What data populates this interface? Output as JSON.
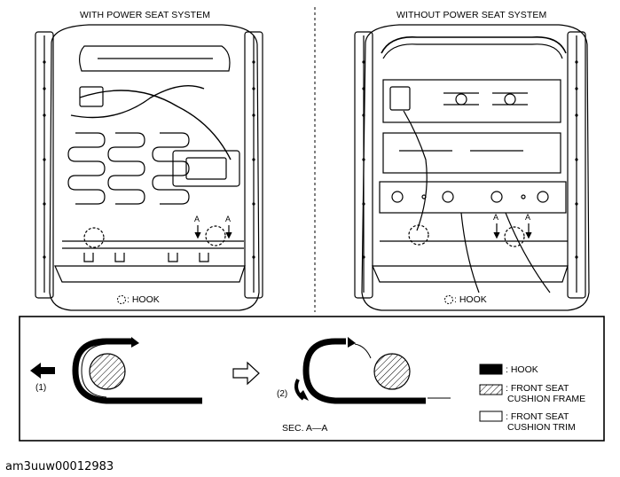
{
  "panels": {
    "left_title": "WITH POWER SEAT SYSTEM",
    "right_title": "WITHOUT POWER SEAT SYSTEM",
    "left_hook_label": ": HOOK",
    "right_hook_label": ": HOOK",
    "left_section_marks": [
      "A",
      "A"
    ],
    "right_section_marks": [
      "A",
      "A"
    ]
  },
  "detail": {
    "step1_label": "(1)",
    "step2_label": "(2)",
    "section_label": "SEC. A—A"
  },
  "legend": {
    "hook": ": HOOK",
    "frame_line1": ": FRONT SEAT",
    "frame_line2": "CUSHION FRAME",
    "trim_line1": ": FRONT SEAT",
    "trim_line2": "CUSHION TRIM"
  },
  "caption": "am3uuw00012983"
}
